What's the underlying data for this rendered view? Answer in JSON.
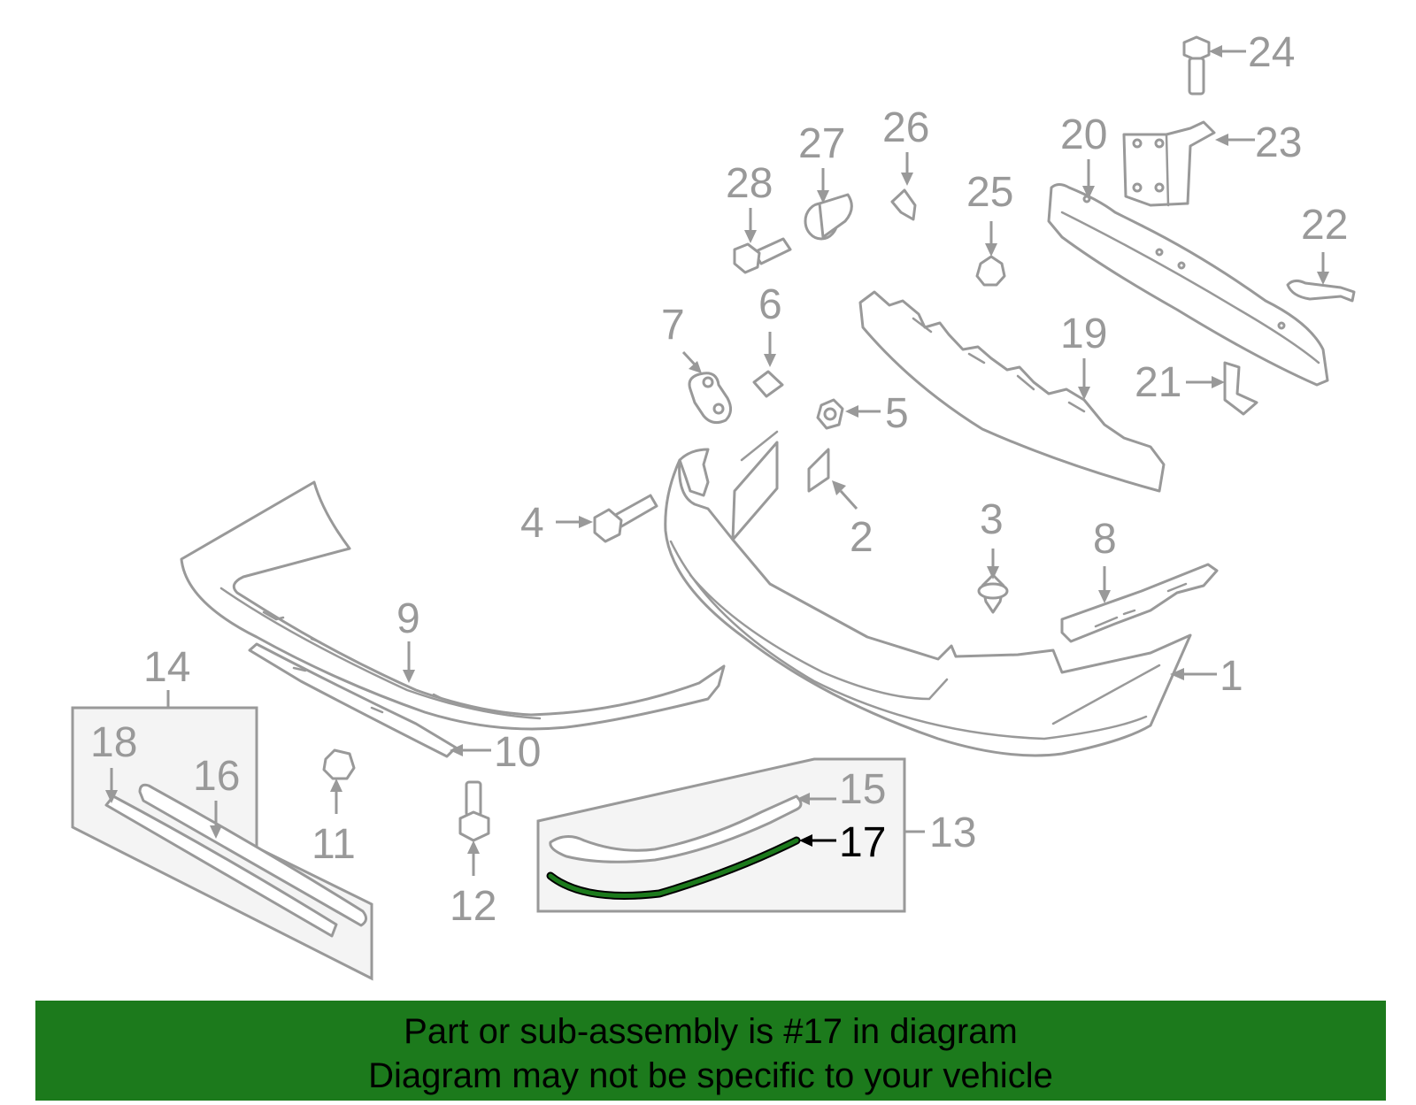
{
  "diagram": {
    "highlight_color": "#1c7a1c",
    "part_color": "#999999",
    "highlighted_part": "17",
    "callouts": {
      "c1": "1",
      "c2": "2",
      "c3": "3",
      "c4": "4",
      "c5": "5",
      "c6": "6",
      "c7": "7",
      "c8": "8",
      "c9": "9",
      "c10": "10",
      "c11": "11",
      "c12": "12",
      "c13": "13",
      "c14": "14",
      "c15": "15",
      "c16": "16",
      "c17": "17",
      "c18": "18",
      "c19": "19",
      "c20": "20",
      "c21": "21",
      "c22": "22",
      "c23": "23",
      "c24": "24",
      "c25": "25",
      "c26": "26",
      "c27": "27",
      "c28": "28"
    }
  },
  "banner": {
    "line1": "Part or sub-assembly is #17 in diagram",
    "line2": "Diagram may not be specific to your vehicle",
    "background": "#1c7a1c"
  }
}
